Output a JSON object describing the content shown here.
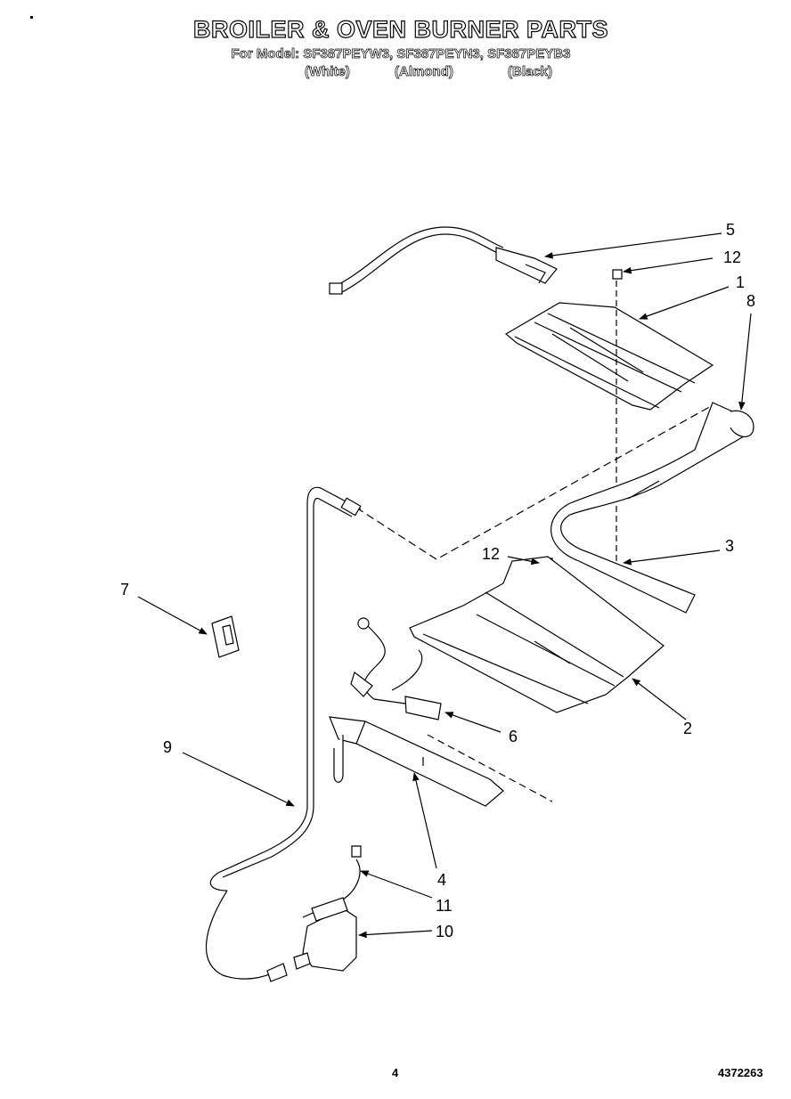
{
  "header": {
    "title": "BROILER & OVEN BURNER PARTS",
    "models": "For Model: SF387PEYW3, SF387PEYN3, SF387PEYB3",
    "color_white": "(White)",
    "color_almond": "(Almond)",
    "color_black": "(Black)"
  },
  "callouts": [
    "5",
    "12",
    "1",
    "8",
    "3",
    "12",
    "7",
    "2",
    "6",
    "9",
    "4",
    "11",
    "10"
  ],
  "footer": {
    "page": "4",
    "doc_number": "4372263"
  }
}
